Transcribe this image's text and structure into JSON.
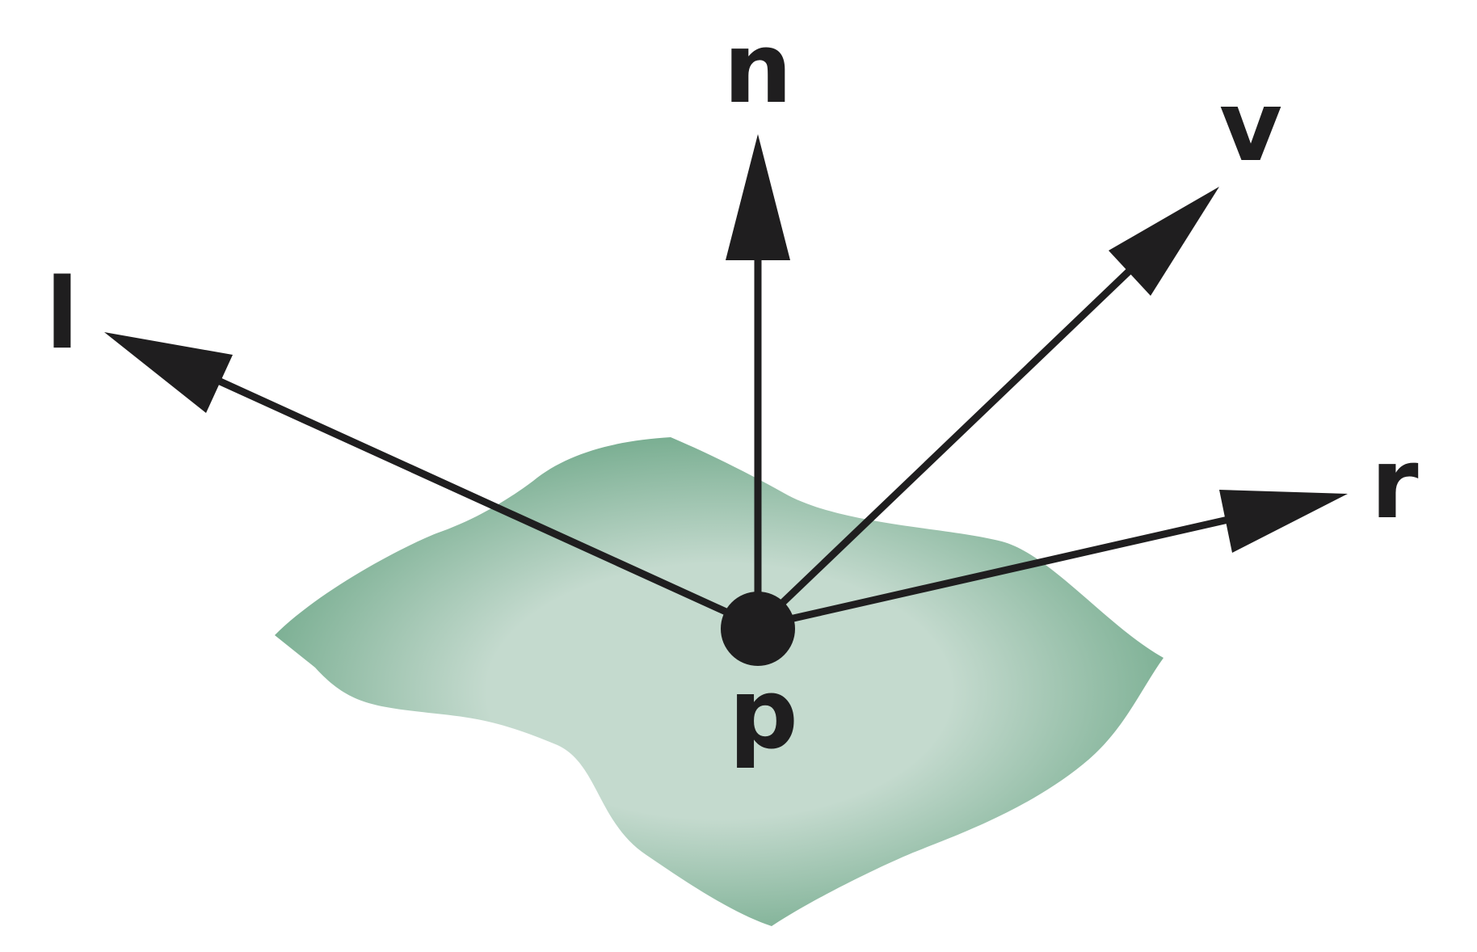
{
  "diagram": {
    "labels": {
      "normal": "n",
      "view": "v",
      "light": "l",
      "reflect": "r",
      "point": "p"
    },
    "colors": {
      "ink": "#1f1e1f",
      "surface_edge": "#6aa585",
      "surface_center": "#c4dace",
      "background": "#ffffff"
    }
  }
}
